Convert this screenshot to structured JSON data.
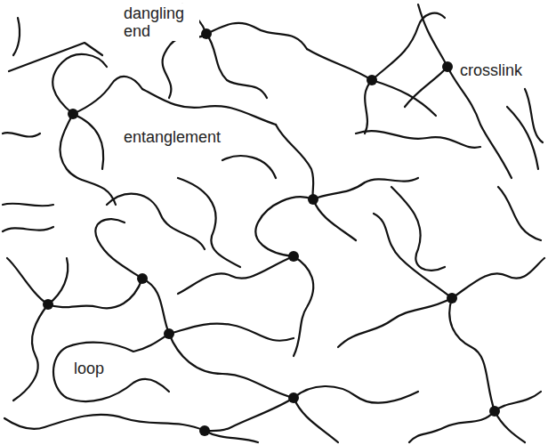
{
  "diagram": {
    "labels": [
      "dangling end",
      "entanglement",
      "crosslink",
      "loop"
    ]
  }
}
